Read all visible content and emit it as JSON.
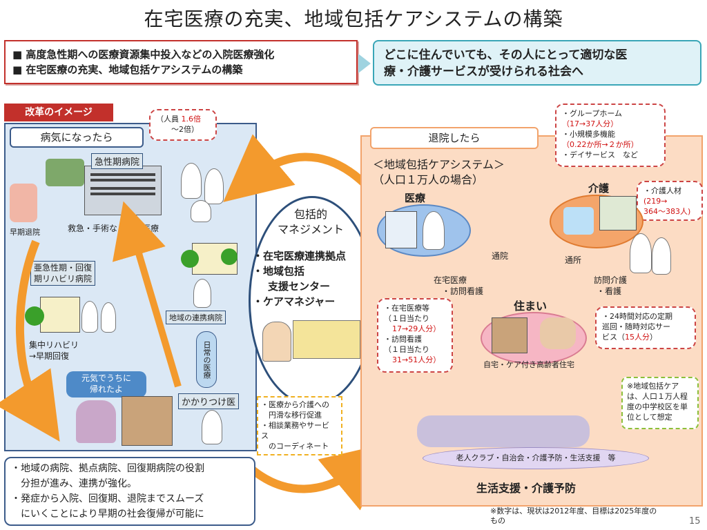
{
  "title": "在宅医療の充実、地域包括ケアシステムの構築",
  "left_box": {
    "line1": "■ 高度急性期への医療資源集中投入などの入院医療強化",
    "line2": "■ 在宅医療の充実、地域包括ケアシステムの構築"
  },
  "right_box": {
    "line1": "どこに住んでいても、その人にとって適切な医",
    "line2": "療・介護サービスが受けられる社会へ"
  },
  "reform_label": "改革のイメージ",
  "left_panel": {
    "header": "病気になったら",
    "staff_callout": {
      "line1a": "（人員 ",
      "line1b": "1.6倍",
      "line2": "〜2倍）"
    },
    "acute_hospital": "急性期病院",
    "acute_caption": "救急・手術など高度医療",
    "early_discharge": "早期退院",
    "subacute_line1": "亜急性期・回復",
    "subacute_line2": "期リハビリ病院",
    "rehab_line1": "集中リハビリ",
    "rehab_line2": "→早期回復",
    "regional_hospital": "地域の連携病院",
    "daily_medical": "日常の医療",
    "family_doctor": "かかりつけ医",
    "speech_line1": "元気でうちに",
    "speech_line2": "帰れたよ"
  },
  "bottom_left": {
    "line1": "・地域の病院、拠点病院、回復期病院の役割",
    "line2": "　分担が進み、連携が強化。",
    "line3": "・発症から入院、回復期、退院までスムーズ",
    "line4": "　にいくことにより早期の社会復帰が可能に"
  },
  "center": {
    "line1": "包括的",
    "line2": "マネジメント",
    "item1": "・在宅医療連携拠点",
    "item2a": "・地域包括",
    "item2b": "支援センター",
    "item3": "・ケアマネジャー"
  },
  "center_note": {
    "line1": "・医療から介護への",
    "line2": "　円滑な移行促進",
    "line3": "・相談業務やサービ",
    "line4": "ス",
    "line5": "　のコーディネート"
  },
  "right_panel": {
    "header": "退院したら",
    "system_line1": "＜地域包括ケアシステム＞",
    "system_line2": "（人口１万人の場合）",
    "medical": "医療",
    "care": "介護",
    "home": "住まい",
    "home_caption": "自宅・ケア付き高齢者住宅",
    "outpatient": "通院",
    "daycare": "通所",
    "home_medical_line1": "在宅医療",
    "home_medical_line2": "・訪問看護",
    "visit_care_line1": "訪問介護",
    "visit_care_line2": "・看護",
    "community": "老人クラブ・自治会・介護予防・生活支援　等",
    "bottom_label": "生活支援・介護予防"
  },
  "callout_group": {
    "l1": "・グループホーム",
    "l2": "（17→37人分）",
    "l3": "・小規模多機能",
    "l4": "（0.22か所→２か所）",
    "l5": "・デイサービス　など"
  },
  "callout_staff": {
    "l1": "・介護人材",
    "l2": "(219→",
    "l3": "364〜383人)"
  },
  "callout_home": {
    "l1": "・在宅医療等",
    "l2": "（１日当たり",
    "l3": "17→29人分）",
    "l4": "・訪問看護",
    "l5": "（１日当たり",
    "l6": "31→51人分）"
  },
  "callout_24h": {
    "l1": "・24時間対応の定期",
    "l2": "巡回・随時対応サー",
    "l3": "ビス（",
    "l3b": "15人分",
    "l3c": "）"
  },
  "callout_area": {
    "l1": "※地域包括ケア",
    "l2": "は、人口１万人程",
    "l3": "度の中学校区を単",
    "l4": "位として想定"
  },
  "footnote": {
    "l1": "※数字は、現状は2012年度、目標は2025年度の",
    "l2": "もの"
  },
  "page_number": "15",
  "colors": {
    "accent_red": "#c2302b",
    "accent_blue": "#3b5b8a",
    "accent_orange": "#f39a2d",
    "highlight_red": "#d01010"
  }
}
